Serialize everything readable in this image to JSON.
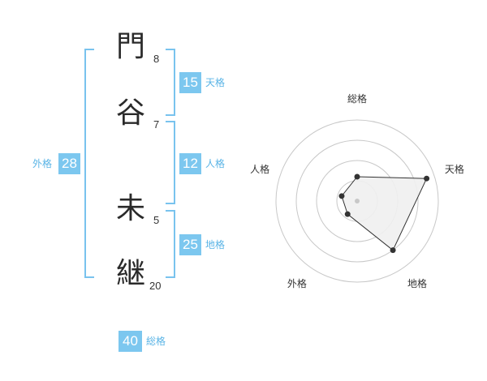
{
  "name": {
    "chars": [
      {
        "char": "門",
        "strokes": "8"
      },
      {
        "char": "谷",
        "strokes": "7"
      },
      {
        "char": "未",
        "strokes": "5"
      },
      {
        "char": "継",
        "strokes": "20"
      }
    ]
  },
  "kakusu": {
    "tenkaku": {
      "label": "天格",
      "value": "15"
    },
    "jinkaku": {
      "label": "人格",
      "value": "12"
    },
    "chikaku": {
      "label": "地格",
      "value": "25"
    },
    "gaikaku": {
      "label": "外格",
      "value": "28"
    },
    "soukaku": {
      "label": "総格",
      "value": "40"
    }
  },
  "chart_data": {
    "type": "radar",
    "axes": [
      "総格",
      "天格",
      "地格",
      "外格",
      "人格"
    ],
    "values": [
      0.3,
      0.9,
      0.75,
      0.2,
      0.2
    ],
    "rings": 4,
    "colors": {
      "fill": "#efefef",
      "line": "#333333",
      "ring": "#c8c8c8",
      "dot": "#333333",
      "center": "#c8c8c8"
    }
  },
  "colors": {
    "accent": "#7cc7ef",
    "accent_text": "#5ab4e6"
  }
}
